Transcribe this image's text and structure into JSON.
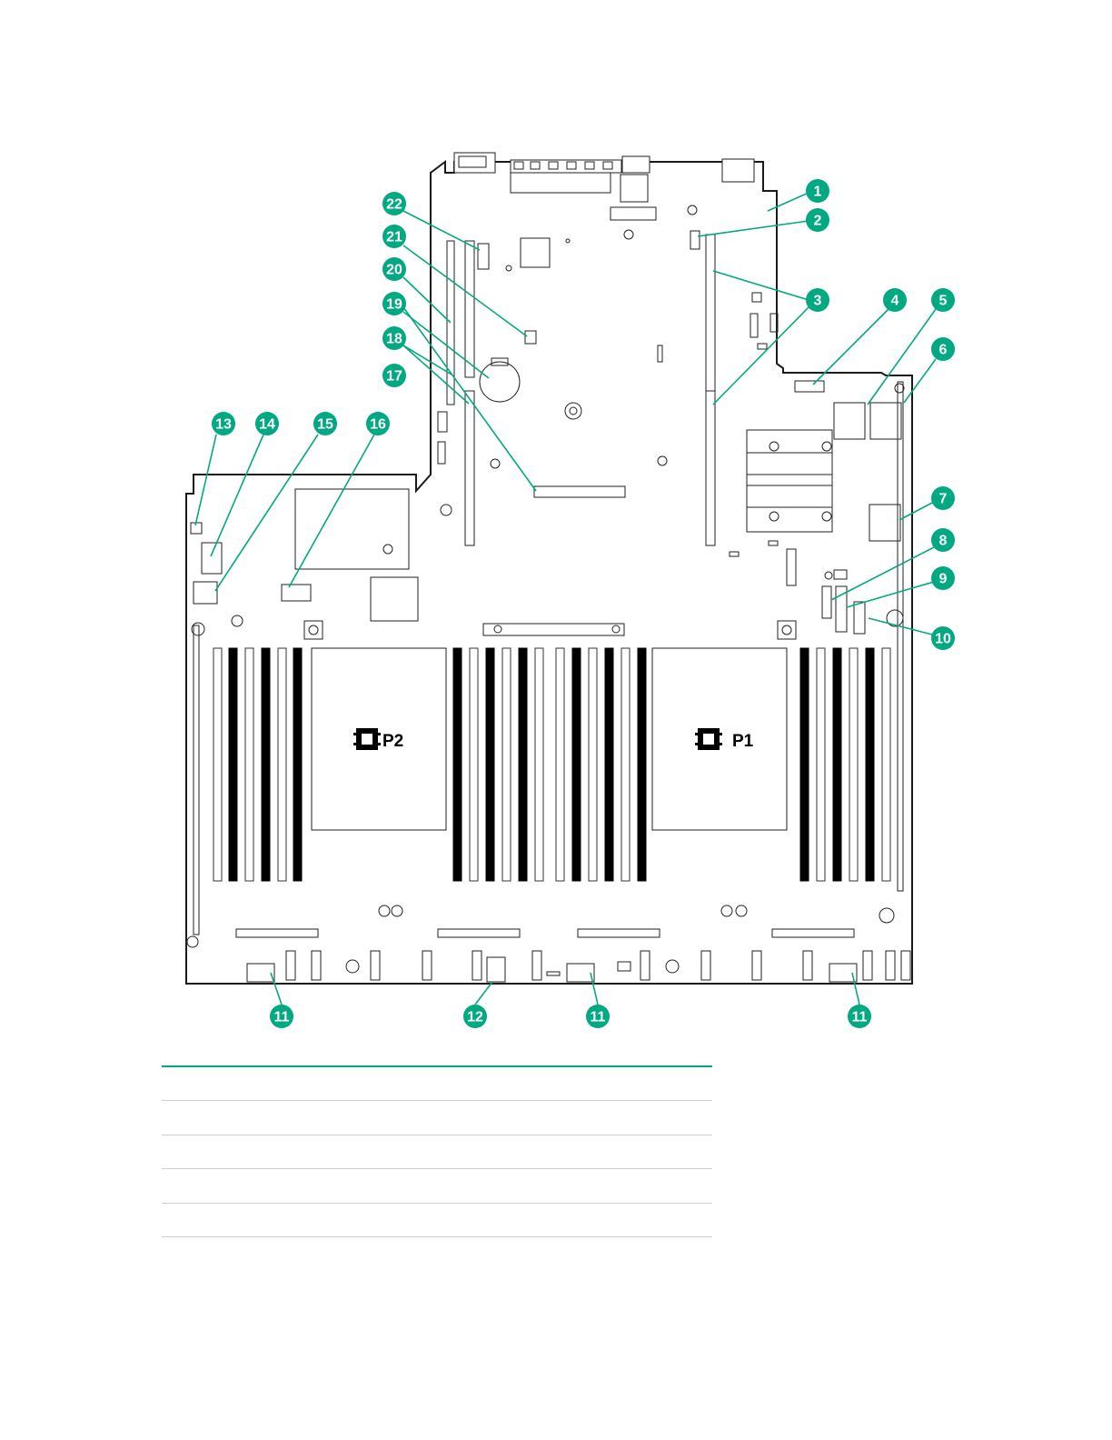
{
  "diagram": {
    "processors": [
      {
        "id": "p2",
        "label": "P2"
      },
      {
        "id": "p1",
        "label": "P1"
      }
    ],
    "callouts": [
      {
        "id": "c1",
        "label": "1"
      },
      {
        "id": "c2",
        "label": "2"
      },
      {
        "id": "c3",
        "label": "3"
      },
      {
        "id": "c4",
        "label": "4"
      },
      {
        "id": "c5",
        "label": "5"
      },
      {
        "id": "c6",
        "label": "6"
      },
      {
        "id": "c7",
        "label": "7"
      },
      {
        "id": "c8",
        "label": "8"
      },
      {
        "id": "c9",
        "label": "9"
      },
      {
        "id": "c10",
        "label": "10"
      },
      {
        "id": "c11a",
        "label": "11"
      },
      {
        "id": "c11b",
        "label": "11"
      },
      {
        "id": "c11c",
        "label": "11"
      },
      {
        "id": "c12",
        "label": "12"
      },
      {
        "id": "c13",
        "label": "13"
      },
      {
        "id": "c14",
        "label": "14"
      },
      {
        "id": "c15",
        "label": "15"
      },
      {
        "id": "c16",
        "label": "16"
      },
      {
        "id": "c17",
        "label": "17"
      },
      {
        "id": "c18",
        "label": "18"
      },
      {
        "id": "c19",
        "label": "19"
      },
      {
        "id": "c20",
        "label": "20"
      },
      {
        "id": "c21",
        "label": "21"
      },
      {
        "id": "c22",
        "label": "22"
      }
    ],
    "colors": {
      "accent": "#01a982",
      "outline": "#1a1a1a",
      "table_rule": "#cfcfcf"
    }
  }
}
